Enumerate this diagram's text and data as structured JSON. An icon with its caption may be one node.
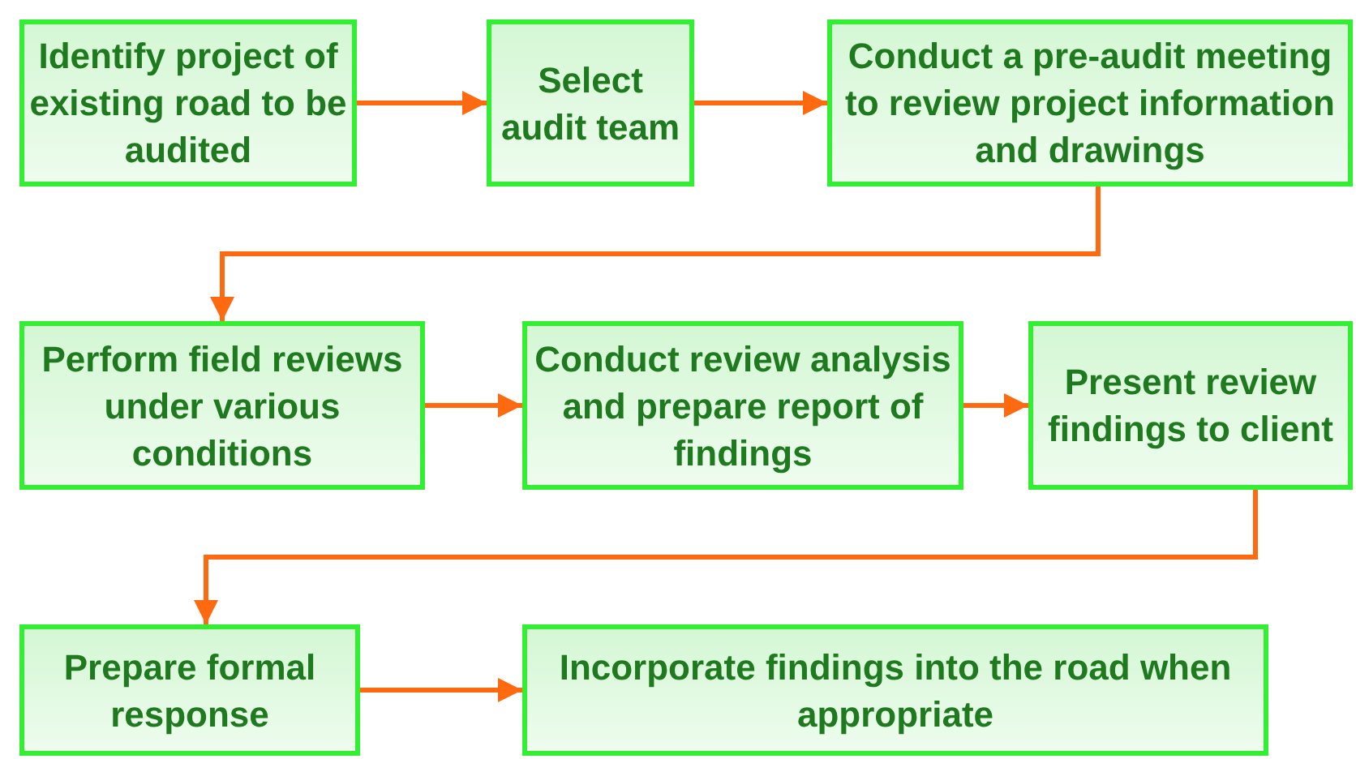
{
  "diagram": {
    "nodes": [
      {
        "text": [
          "Identify project of existing road to be audited"
        ]
      },
      {
        "text": [
          "Select audit team"
        ]
      },
      {
        "text": [
          "Conduct a pre-audit meeting to review project information and drawings"
        ]
      },
      {
        "text": [
          "Perform field reviews under various conditions"
        ]
      },
      {
        "text": [
          "Conduct review analysis and prepare report of findings"
        ]
      },
      {
        "text": [
          "Present review findings to client"
        ]
      },
      {
        "text": [
          "Prepare formal response"
        ]
      },
      {
        "text": [
          "Incorporate findings into the road when appropriate"
        ]
      }
    ],
    "edges": [
      {
        "from": 0,
        "to": 1,
        "arrow": "to"
      },
      {
        "from": 1,
        "to": 2,
        "arrow": "to"
      },
      {
        "from": 2,
        "to": 3,
        "arrow": "to"
      },
      {
        "from": 3,
        "to": 4,
        "arrow": "to"
      },
      {
        "from": 4,
        "to": 5,
        "arrow": "to"
      },
      {
        "from": 5,
        "to": 6,
        "arrow": "to"
      },
      {
        "from": 6,
        "to": 7,
        "arrow": "to"
      }
    ]
  }
}
